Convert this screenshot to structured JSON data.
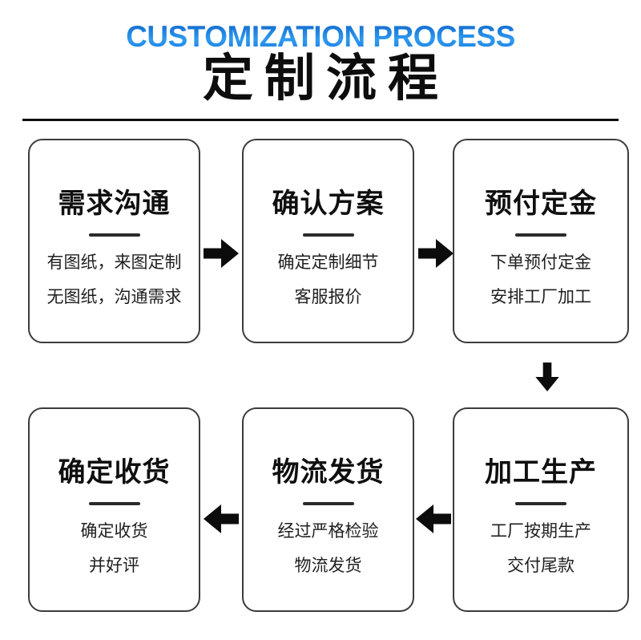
{
  "header": {
    "title_en": "CUSTOMIZATION PROCESS",
    "title_zh": "定制流程",
    "accent_color": "#1d7fe3"
  },
  "steps": [
    {
      "title": "需求沟通",
      "lines": [
        "有图纸，来图定制",
        "无图纸，沟通需求"
      ]
    },
    {
      "title": "确认方案",
      "lines": [
        "确定定制细节",
        "客服报价"
      ]
    },
    {
      "title": "预付定金",
      "lines": [
        "下单预付定金",
        "安排工厂加工"
      ]
    },
    {
      "title": "确定收货",
      "lines": [
        "确定收货",
        "并好评"
      ]
    },
    {
      "title": "物流发货",
      "lines": [
        "经过严格检验",
        "物流发货"
      ]
    },
    {
      "title": "加工生产",
      "lines": [
        "工厂按期生产",
        "交付尾款"
      ]
    }
  ],
  "connectors": [
    "arrow-right",
    "arrow-right",
    "arrow-down",
    "arrow-left",
    "arrow-left"
  ],
  "colors": {
    "background": "#ffffff",
    "card_border": "#3c3c3c",
    "text": "#0f0f0f",
    "divider": "#2b2b2b",
    "arrow": "#0c0c0c"
  }
}
